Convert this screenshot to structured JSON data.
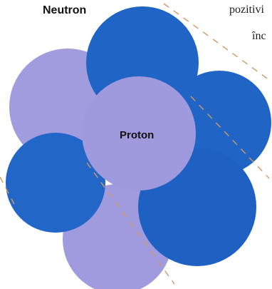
{
  "labels": {
    "neutron": "Neutron",
    "proton": "Proton"
  },
  "text_fragments": {
    "line1": "pozitivi",
    "line2": "înc"
  },
  "colors": {
    "neutron_fill": "#1f62c4",
    "neutron_fill_alt": "#2a6bcc",
    "proton_fill": "#9c97db",
    "proton_fill_alt": "#a39fe0",
    "dash_line": "#d29a63",
    "background": "#ffffff"
  }
}
